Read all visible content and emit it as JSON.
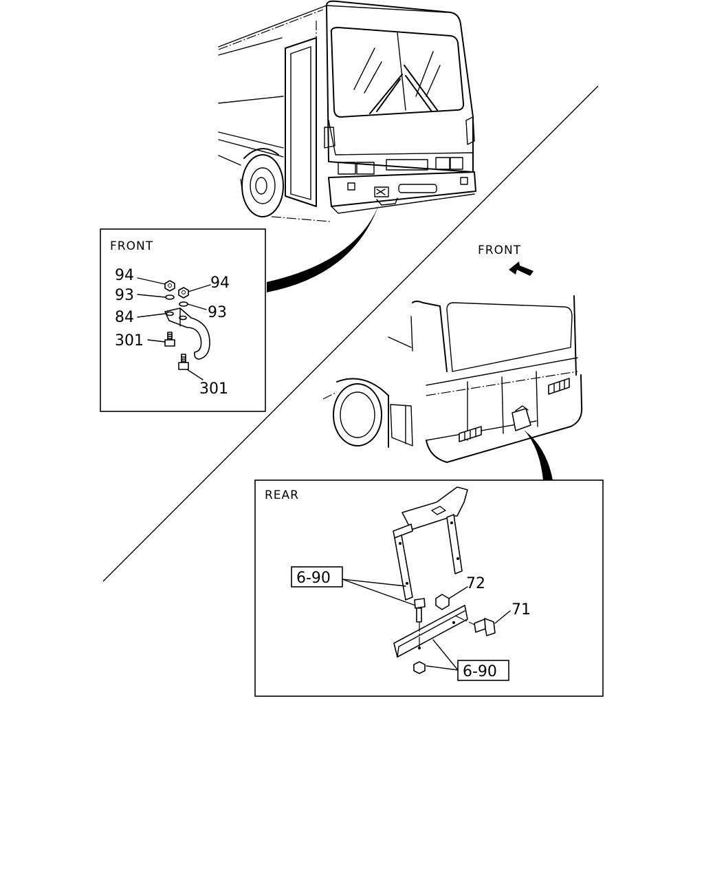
{
  "front_panel": {
    "label": "FRONT",
    "callouts": [
      "94",
      "94",
      "93",
      "93",
      "84",
      "301",
      "301"
    ]
  },
  "direction": {
    "label": "FRONT"
  },
  "rear_panel": {
    "label": "REAR",
    "callouts": [
      "6-90",
      "72",
      "71",
      "6-90"
    ]
  }
}
